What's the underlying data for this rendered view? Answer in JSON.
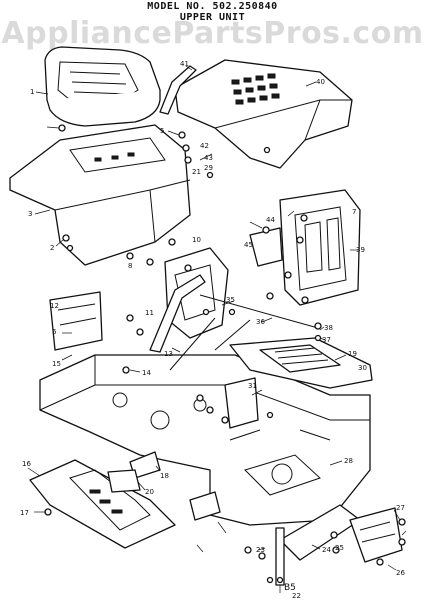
{
  "header": {
    "model": "MODEL NO. 502.250840",
    "unit": "UPPER UNIT"
  },
  "watermark": "AppliancePartsPros.com",
  "page_number": "B5",
  "callouts": [
    "1",
    "2",
    "3",
    "5",
    "6",
    "7",
    "8",
    "10",
    "11",
    "12",
    "13",
    "14",
    "15",
    "16",
    "17",
    "18",
    "19",
    "20",
    "21",
    "22",
    "23",
    "24",
    "25",
    "26",
    "27",
    "28",
    "29",
    "30",
    "31",
    "35",
    "36",
    "37",
    "38",
    "39",
    "40",
    "41",
    "42",
    "43",
    "44",
    "45"
  ]
}
